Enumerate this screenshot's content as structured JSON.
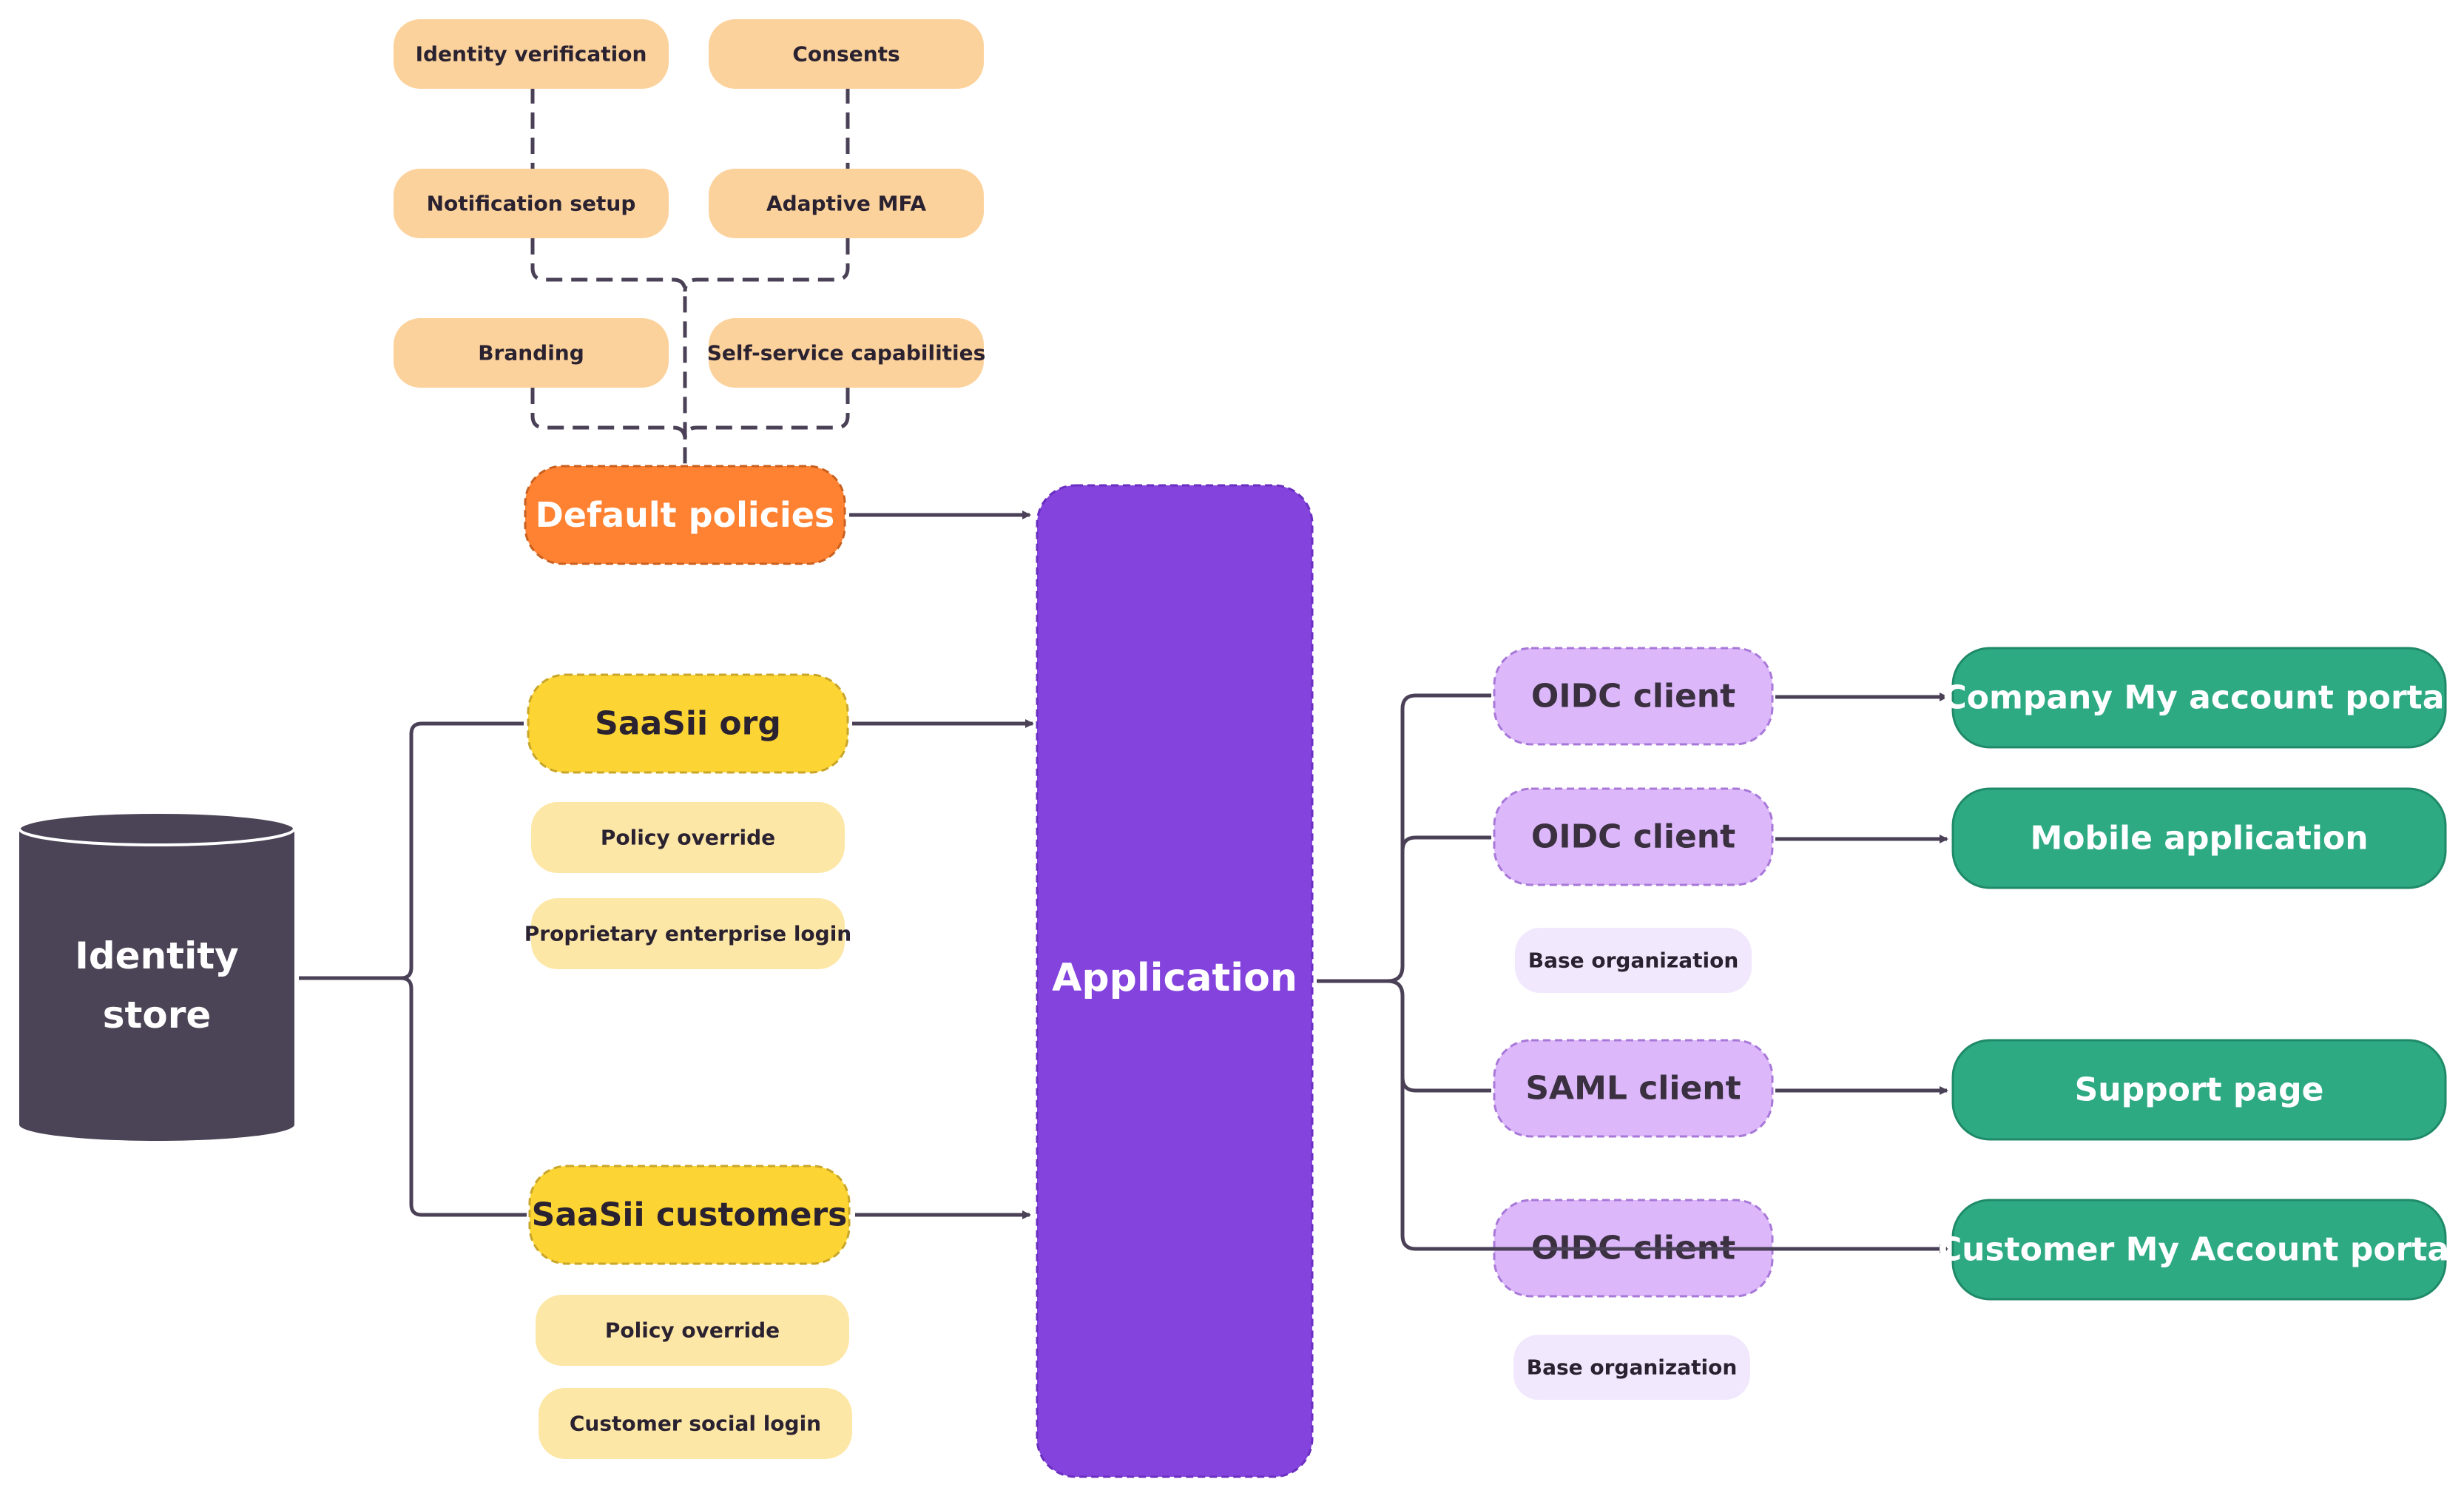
{
  "identity_store": {
    "line1": "Identity",
    "line2": "store"
  },
  "policies": {
    "identity_verification": "Identity verification",
    "consents": "Consents",
    "notification_setup": "Notification setup",
    "adaptive_mfa": "Adaptive MFA",
    "branding": "Branding",
    "self_service": "Self-service capabilities"
  },
  "default_policies": "Default policies",
  "orgs": {
    "saasii_org": "SaaSii org",
    "saasii_org_items": [
      "Policy override",
      "Proprietary enterprise login"
    ],
    "saasii_customers": "SaaSii customers",
    "saasii_customers_items": [
      "Policy override",
      "Customer social login"
    ]
  },
  "application": "Application",
  "clients": [
    {
      "label": "OIDC client",
      "sub": ""
    },
    {
      "label": "OIDC client",
      "sub": "Base organization"
    },
    {
      "label": "SAML client",
      "sub": ""
    },
    {
      "label": "OIDC client",
      "sub": "Base organization"
    }
  ],
  "targets": [
    "Company My account portal",
    "Mobile application",
    "Support page",
    "Customer My Account portal"
  ],
  "colors": {
    "policy_fill": "#fcd29c",
    "default_policies": "#ff8232",
    "org_fill": "#fcd535",
    "org_sub_fill": "#fde7a6",
    "application": "#8343dc",
    "client_fill": "#dcb8fb",
    "client_sub_fill": "#f1e8fd",
    "target_fill": "#2eaa83",
    "store_fill": "#4b4356",
    "connector": "#4a4157"
  }
}
